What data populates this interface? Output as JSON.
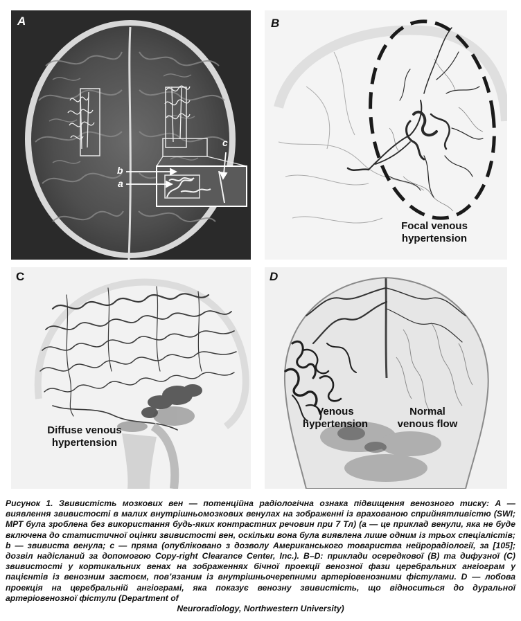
{
  "panels": {
    "a": {
      "letter": "A",
      "labels": {
        "a": "a",
        "b": "b",
        "c": "c"
      }
    },
    "b": {
      "letter": "B",
      "annotation_line1": "Focal venous",
      "annotation_line2": "hypertension"
    },
    "c": {
      "letter": "C",
      "annotation_line1": "Diffuse venous",
      "annotation_line2": "hypertension"
    },
    "d": {
      "letter": "D",
      "left_annotation_line1": "Venous",
      "left_annotation_line2": "hypertension",
      "right_annotation_line1": "Normal",
      "right_annotation_line2": "venous flow"
    }
  },
  "caption": {
    "body": "Рисунок 1. Звивистість мозкових вен — потенційна радіологічна ознака підвищення венозного тиску: А — виявлення звивистості в малих внутрішньомозкових венулах на зображенні із врахованою сприйнятливістю (SWI; МРТ була зроблена без використання будь-яких контрастних речовин при 7 Тл) (a — це приклад венули, яка не буде включена до статистичної оцінки звивистості вен, оскільки вона була виявлена лише одним із трьох спеціалістів; b — звивиста венула; c — пряма (опубліковано з дозволу Американського товариства нейрорадіології, за [105]; дозвіл надісланий за допомогою Copy-right Clearance Center, Inc.). B–D: приклади осередкової (B) та дифузної (C) звивистості у кортикальних венах на зображеннях бічної проекції венозної фази церебральних ангіограм у пацієнтів із венозним застоєм, пов’язаним із внутрішньочерепними артеріовенозними фістулами. D — лобова проекція на церебральній ангіограмі, яка показує венозну звивистість, що відноситься до дуральної артеріовенозної фістули (Department of",
    "last_line": "Neuroradiology, Northwestern University)"
  }
}
